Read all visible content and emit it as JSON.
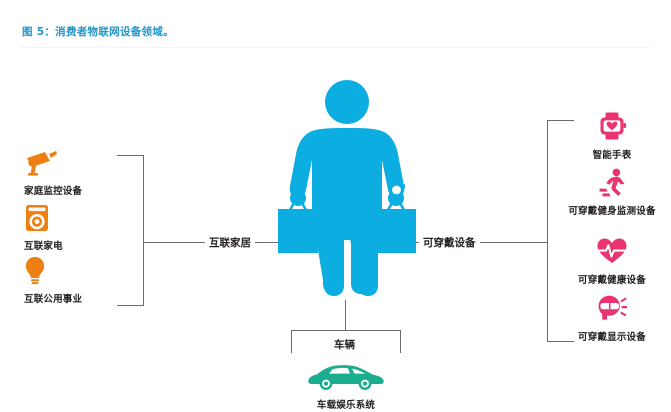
{
  "figure": {
    "title": "图 5：消费者物联网设备领域。",
    "title_color": "#2196c9"
  },
  "colors": {
    "home": "#ee8013",
    "wearable": "#e8346f",
    "vehicle": "#1bae8e",
    "person": "#0cade0",
    "line": "#6b6b6f",
    "label_text": "#231f20"
  },
  "center": {
    "person_icon": "person-with-shopping-bags-icon",
    "smartwatch_on_wrist_icon": "wrist-watch-icon"
  },
  "branches": {
    "connected_home": {
      "label": "互联家居",
      "accent": "#ee8013",
      "items": [
        {
          "label": "家庭监控设备",
          "icon": "security-camera-icon"
        },
        {
          "label": "互联家电",
          "icon": "washing-machine-icon"
        },
        {
          "label": "互联公用事业",
          "icon": "lightbulb-icon"
        }
      ]
    },
    "wearables": {
      "label": "可穿戴设备",
      "accent": "#e8346f",
      "items": [
        {
          "label": "智能手表",
          "icon": "smartwatch-icon"
        },
        {
          "label": "可穿戴健身监测设备",
          "icon": "running-person-icon"
        },
        {
          "label": "可穿戴健康设备",
          "icon": "heart-pulse-icon"
        },
        {
          "label": "可穿戴显示设备",
          "icon": "vr-headset-icon"
        }
      ]
    },
    "vehicle": {
      "label": "车辆",
      "accent": "#1bae8e",
      "items": [
        {
          "label": "车载娱乐系统",
          "icon": "car-icon"
        }
      ]
    }
  }
}
